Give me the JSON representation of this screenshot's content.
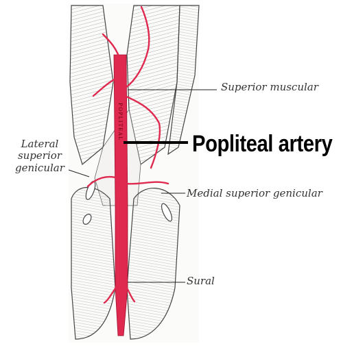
{
  "figure": {
    "labels": {
      "superior_muscular": "Superior muscular",
      "popliteal_artery": "Popliteal artery",
      "lateral_superior_genicular": [
        "Lateral",
        "superior",
        "genicular"
      ],
      "medial_superior_genicular": "Medial superior genicular",
      "sural": "Sural",
      "vessel_inscription": "POPLITEAL"
    },
    "colors": {
      "artery": "#e0294e",
      "ink": "#3a3a3a",
      "paper": "#fbfbfa",
      "leader": "#000000"
    }
  }
}
